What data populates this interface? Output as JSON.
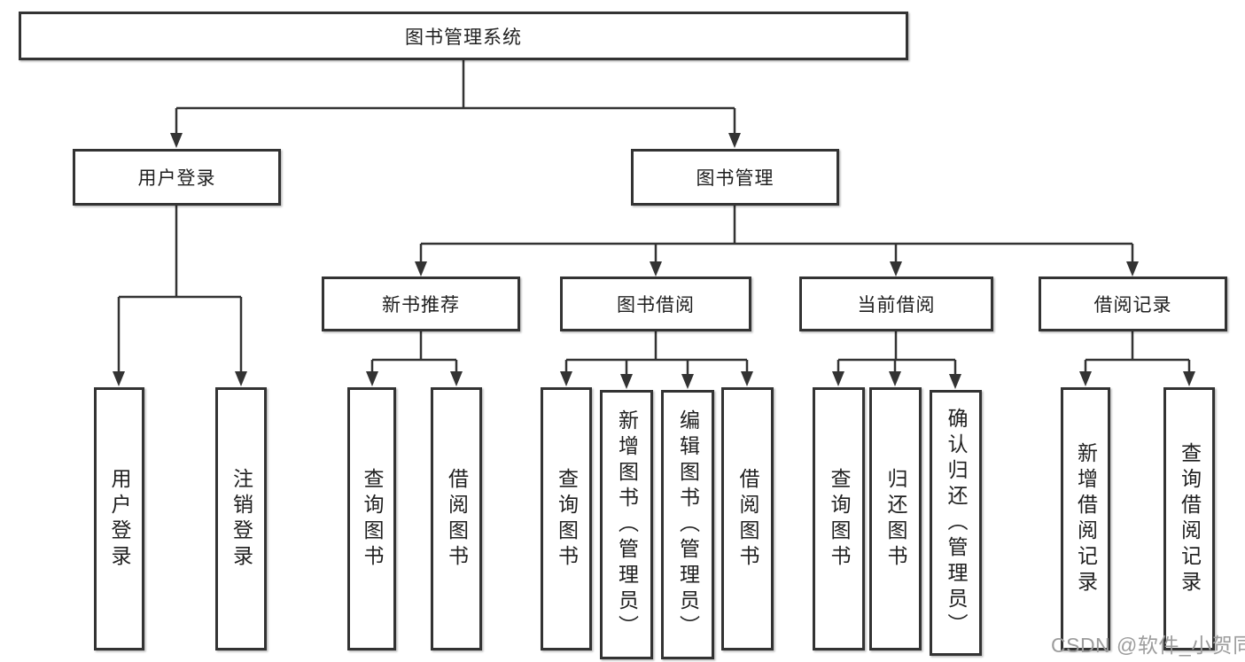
{
  "diagram": {
    "type": "hierarchy-tree",
    "title": "图书管理系统",
    "nodes": {
      "root": {
        "label": "图书管理系统"
      },
      "user_login": {
        "label": "用户登录"
      },
      "book_mgmt": {
        "label": "图书管理"
      },
      "new_book_rec": {
        "label": "新书推荐"
      },
      "book_borrow": {
        "label": "图书借阅"
      },
      "current_borrow": {
        "label": "当前借阅"
      },
      "borrow_record": {
        "label": "借阅记录"
      },
      "ul_user_login": {
        "label": "用户登录"
      },
      "ul_logout": {
        "label": "注销登录"
      },
      "nr_query_book": {
        "label": "查询图书"
      },
      "nr_borrow_book": {
        "label": "借阅图书"
      },
      "bb_query_book": {
        "label": "查询图书"
      },
      "bb_add_book": {
        "label": "新增图书（管理员）"
      },
      "bb_edit_book": {
        "label": "编辑图书（管理员）"
      },
      "bb_borrow_book": {
        "label": "借阅图书"
      },
      "cb_query_book": {
        "label": "查询图书"
      },
      "cb_return_book": {
        "label": "归还图书"
      },
      "cb_confirm_return": {
        "label": "确认归还（管理员）"
      },
      "br_add_record": {
        "label": "新增借阅记录"
      },
      "br_query_record": {
        "label": "查询借阅记录"
      }
    },
    "hierarchy": {
      "root": [
        "user_login",
        "book_mgmt"
      ],
      "user_login": [
        "ul_user_login",
        "ul_logout"
      ],
      "book_mgmt": [
        "new_book_rec",
        "book_borrow",
        "current_borrow",
        "borrow_record"
      ],
      "new_book_rec": [
        "nr_query_book",
        "nr_borrow_book"
      ],
      "book_borrow": [
        "bb_query_book",
        "bb_add_book",
        "bb_edit_book",
        "bb_borrow_book"
      ],
      "current_borrow": [
        "cb_query_book",
        "cb_return_book",
        "cb_confirm_return"
      ],
      "borrow_record": [
        "br_add_record",
        "br_query_record"
      ]
    },
    "colors": {
      "line": "#333333",
      "box_border": "#333333",
      "text": "#1f1f1f",
      "background": "#ffffff",
      "watermark": "#9c9c9c"
    }
  },
  "watermark": {
    "text": "CSDN @软件_小贺同学"
  }
}
